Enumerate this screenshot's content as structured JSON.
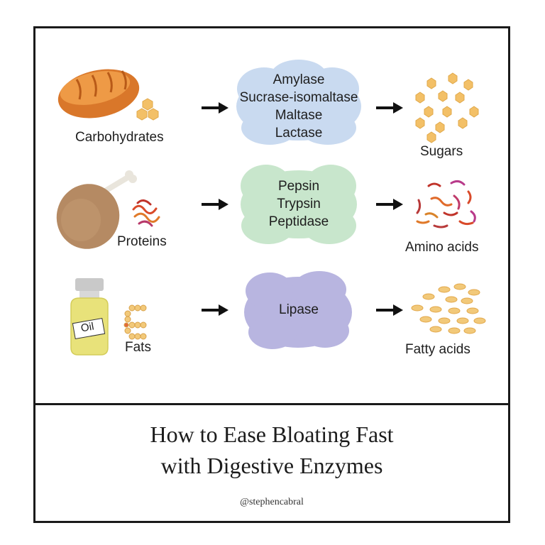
{
  "rows": [
    {
      "food": "Carbohydrates",
      "enzymes": [
        "Amylase",
        "Sucrase-isomaltase",
        "Maltase",
        "Lactase"
      ],
      "product": "Sugars",
      "enzyme_color": "#c9daf0"
    },
    {
      "food": "Proteins",
      "enzymes": [
        "Pepsin",
        "Trypsin",
        "Peptidase"
      ],
      "product": "Amino acids",
      "enzyme_color": "#c8e6cc"
    },
    {
      "food": "Fats",
      "enzymes": [
        "Lipase"
      ],
      "product": "Fatty acids",
      "enzyme_color": "#b8b5e0"
    }
  ],
  "oil_label": "Oil",
  "title_lines": [
    "How to Ease Bloating Fast",
    "with Digestive Enzymes"
  ],
  "handle": "@stephencabral",
  "colors": {
    "frame": "#1a1a1a",
    "bread": "#d9772a",
    "hexagon": "#f3c067",
    "chicken": "#b58a63",
    "oil": "#e8e27a",
    "fatty_acid": "#f2c97a",
    "arrow": "#111111"
  },
  "icons": [
    "bread-icon",
    "hexagon-cluster-icon",
    "chicken-leg-icon",
    "protein-strand-icon",
    "oil-bottle-icon",
    "fat-chain-icon",
    "arrow-right-icon",
    "sugar-hexagons-icon",
    "amino-acid-strands-icon",
    "fatty-acid-ovals-icon"
  ]
}
